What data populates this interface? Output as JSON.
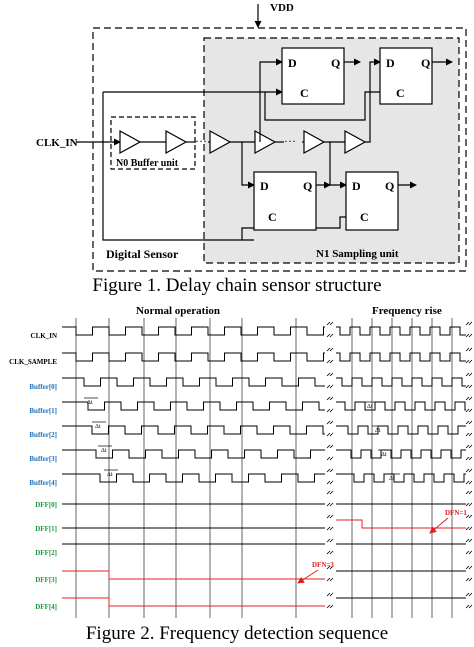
{
  "figure1": {
    "vdd_label": "VDD",
    "clk_in_label": "CLK_IN",
    "buffer_unit_label": "N0 Buffer unit",
    "digital_sensor_label": "Digital Sensor",
    "sampling_unit_label": "N1 Sampling unit",
    "dff_d": "D",
    "dff_q": "Q",
    "dff_c": "C",
    "caption": "Figure 1. Delay chain sensor structure"
  },
  "figure2": {
    "normal_label": "Normal operation",
    "rise_label": "Frequency rise",
    "signals": [
      {
        "name": "CLK_IN",
        "color": "#000000"
      },
      {
        "name": "CLK_SAMPLE",
        "color": "#000000"
      },
      {
        "name": "Buffer[0]",
        "color": "#1a6fc4"
      },
      {
        "name": "Buffer[1]",
        "color": "#1a6fc4"
      },
      {
        "name": "Buffer[2]",
        "color": "#1a6fc4"
      },
      {
        "name": "Buffer[3]",
        "color": "#1a6fc4"
      },
      {
        "name": "Buffer[4]",
        "color": "#1a6fc4"
      },
      {
        "name": "DFF[0]",
        "color": "#1a9a3a"
      },
      {
        "name": "DFF[1]",
        "color": "#1a9a3a"
      },
      {
        "name": "DFF[2]",
        "color": "#1a9a3a"
      },
      {
        "name": "DFF[3]",
        "color": "#1a9a3a"
      },
      {
        "name": "DFF[4]",
        "color": "#1a9a3a"
      }
    ],
    "delay_label": "Δt",
    "dfn3_label": "DFN=3",
    "dfn1_label": "DFN=1",
    "highlight_color": "#e02020",
    "caption": "Figure 2. Frequency detection sequence"
  }
}
